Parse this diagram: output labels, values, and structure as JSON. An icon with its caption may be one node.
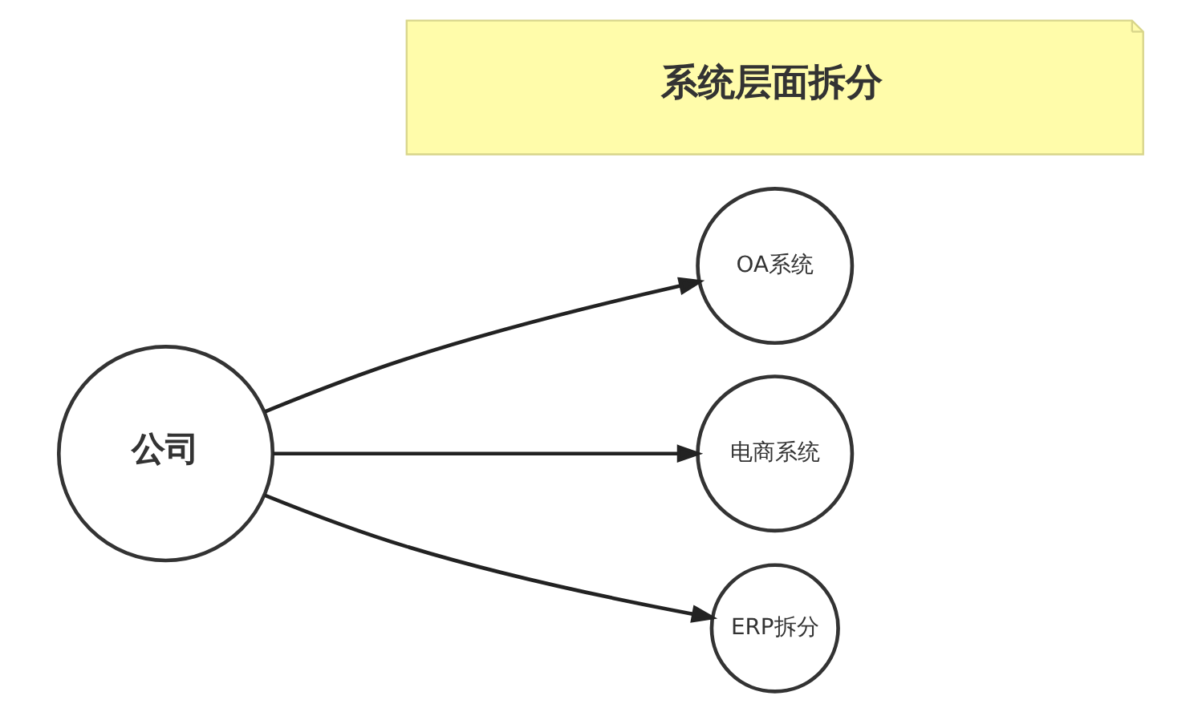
{
  "diagram": {
    "nodes": [
      {
        "text": [
          "系统层面拆分"
        ]
      },
      {
        "text": [
          "公司"
        ]
      },
      {
        "text": [
          "OA系统"
        ]
      },
      {
        "text": [
          "电商系统"
        ]
      },
      {
        "text": [
          "ERP拆分"
        ]
      }
    ],
    "edges": [
      {
        "from": 1,
        "to": 2,
        "arrow": "to"
      },
      {
        "from": 1,
        "to": 3,
        "arrow": "to"
      },
      {
        "from": 1,
        "to": 4,
        "arrow": "to"
      }
    ]
  }
}
